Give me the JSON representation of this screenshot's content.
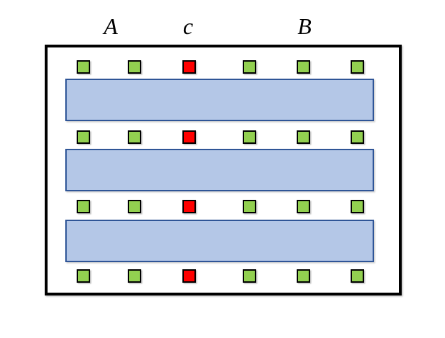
{
  "diagram": {
    "labels": [
      {
        "id": "A",
        "text": "A"
      },
      {
        "id": "c",
        "text": "c"
      },
      {
        "id": "B",
        "text": "B"
      }
    ],
    "colors": {
      "background": "#FFFFFF",
      "outer_border": "#000000",
      "square_border": "#000000",
      "green_square_fill": "#92D050",
      "red_square_fill": "#FF0000",
      "bar_fill": "#B4C7E7",
      "bar_border": "#2F5597"
    },
    "grid": {
      "rows": 4,
      "columns": 6,
      "red_column_index": 2,
      "square_rows": [
        [
          "green",
          "green",
          "red",
          "green",
          "green",
          "green"
        ],
        [
          "green",
          "green",
          "red",
          "green",
          "green",
          "green"
        ],
        [
          "green",
          "green",
          "red",
          "green",
          "green",
          "green"
        ],
        [
          "green",
          "green",
          "red",
          "green",
          "green",
          "green"
        ]
      ]
    },
    "bar_count": 3
  }
}
